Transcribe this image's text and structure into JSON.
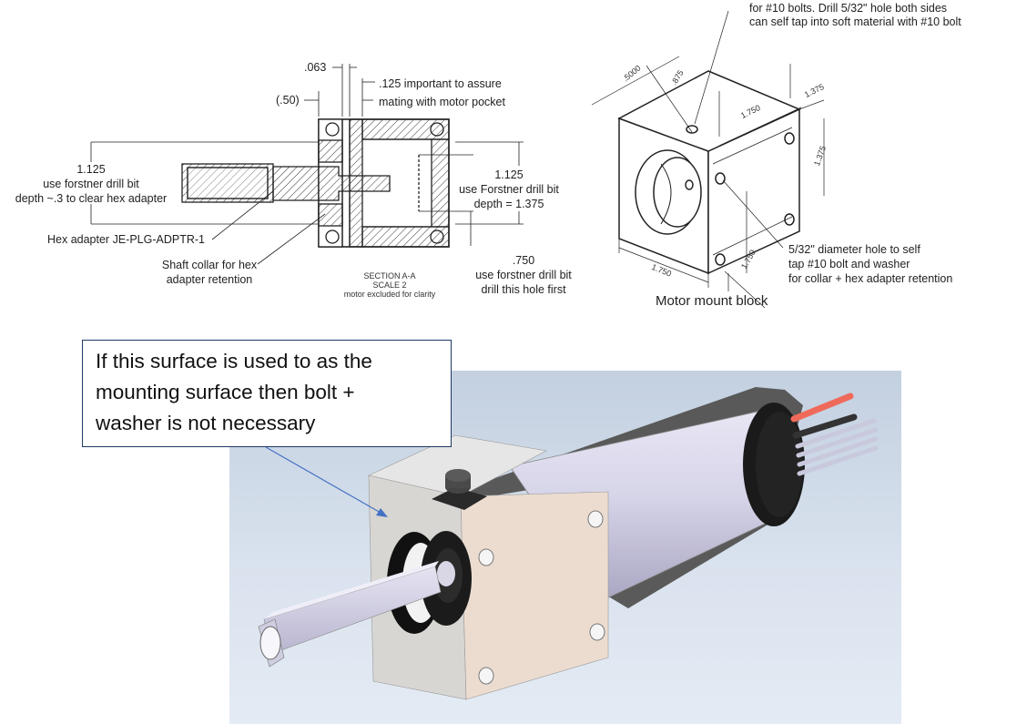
{
  "section_view": {
    "dim_063": ".063",
    "dim_050": "(.50)",
    "dim_125_note": ".125 important to assure\nmating with motor pocket",
    "dim_1125_left": "1.125\nuse forstner drill bit\ndepth ~.3 to clear hex adapter",
    "dim_1125_right": "1.125\nuse Forstner drill bit\ndepth = 1.375",
    "hex_adapter_label": "Hex adapter JE-PLG-ADPTR-1",
    "shaft_collar_label": "Shaft collar for hex\nadapter retention",
    "section_caption": "SECTION A-A\nSCALE 2\nmotor excluded for clarity",
    "dim_750_note": ".750\nuse forstner drill bit\ndrill this hole first"
  },
  "iso_view": {
    "top_note": "for #10 bolts.  Drill 5/32\" hole both sides\ncan self tap into soft material with #10 bolt",
    "dim_5000": ".5000",
    "dim_875": ".875",
    "dim_1375_a": "1.375",
    "dim_1375_b": "1.375",
    "dim_1750_a": "1.750",
    "dim_1750_b": "1.750",
    "dim_1750_c": "1.750",
    "hole_note": "5/32\" diameter hole to self\ntap #10 bolt and washer\nfor collar + hex adapter retention",
    "title": "Motor mount block"
  },
  "callout": {
    "text": "If this surface is used to as the\nmounting surface then bolt +\nwasher is not necessary"
  }
}
